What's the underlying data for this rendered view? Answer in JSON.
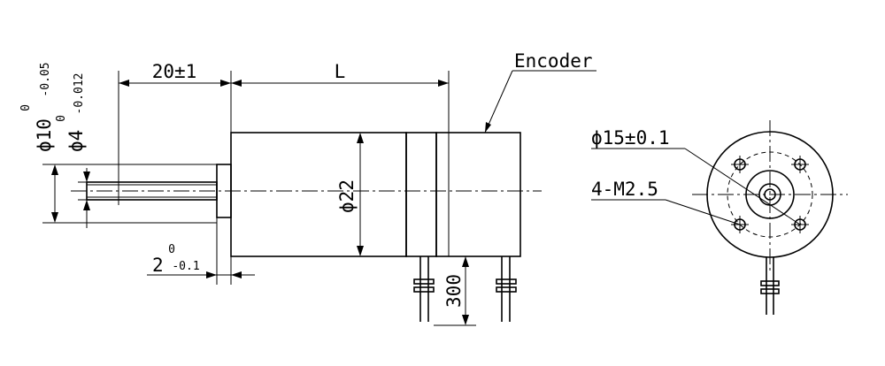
{
  "labels": {
    "encoder": "Encoder",
    "length": "L",
    "shaft_length": "20±1",
    "body_diameter": "ϕ22",
    "flange_diameter_main": "ϕ10",
    "flange_tol_upper": "0",
    "flange_tol_lower": "-0.05",
    "shaft_diameter_main": "ϕ4",
    "shaft_tol_upper": "0",
    "shaft_tol_lower": "-0.012",
    "boss_main": "2",
    "boss_tol_upper": "0",
    "boss_tol_lower": "-0.1",
    "lead_length": "300",
    "pcd": "ϕ15±0.1",
    "mount_holes": "4-M2.5"
  }
}
